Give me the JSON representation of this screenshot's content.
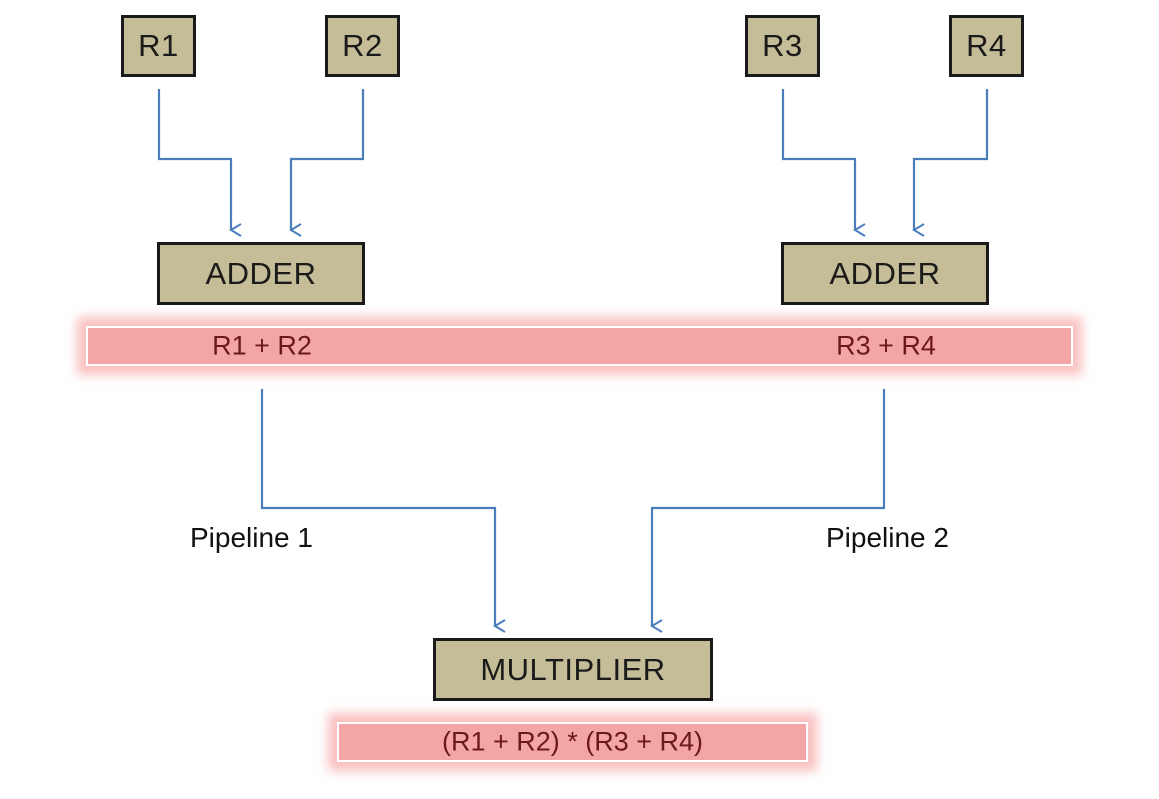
{
  "registers": {
    "r1": "R1",
    "r2": "R2",
    "r3": "R3",
    "r4": "R4"
  },
  "adders": {
    "left": "ADDER",
    "right": "ADDER"
  },
  "stage1_results": {
    "left": "R1 + R2",
    "right": "R3 + R4"
  },
  "pipelines": {
    "left": "Pipeline 1",
    "right": "Pipeline 2"
  },
  "multiplier": {
    "label": "MULTIPLIER"
  },
  "final_result": "(R1 + R2) * (R3 + R4)",
  "colors": {
    "box_fill": "#c4bd97",
    "box_border": "#1a1a1a",
    "result_band": "#f4a6a6",
    "result_text": "#6b1a1a",
    "arrow": "#4a7ebb"
  }
}
